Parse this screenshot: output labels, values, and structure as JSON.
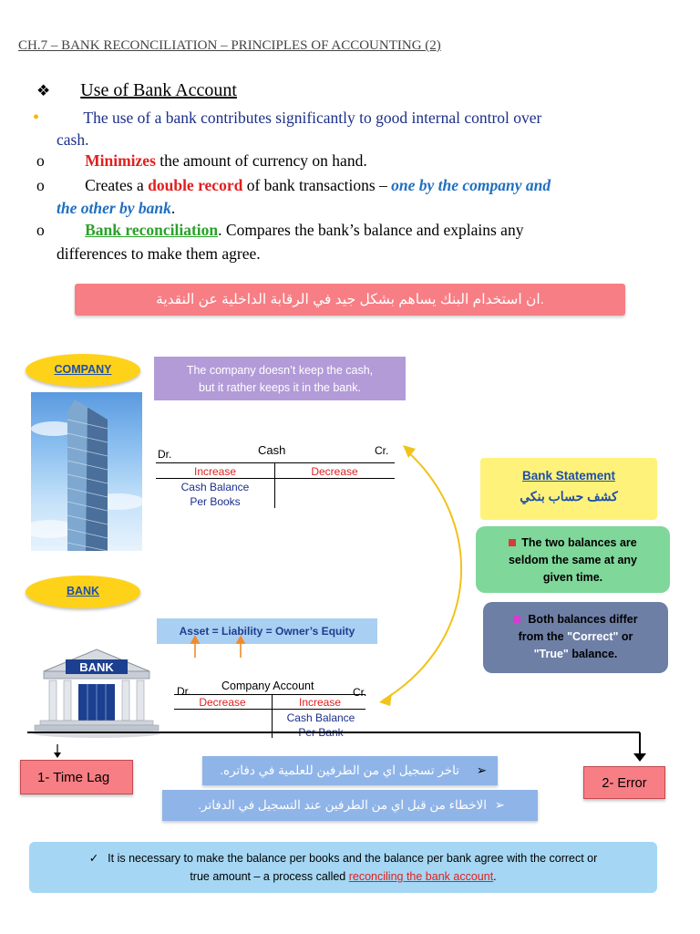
{
  "header": "CH.7 – BANK RECONCILIATION – PRINCIPLES OF ACCOUNTING (2)",
  "section": {
    "bullet": "❖",
    "title": "Use of Bank Account"
  },
  "points": {
    "p1_bullet": "•",
    "p1_text": "The use of a bank contributes significantly to good internal control over",
    "p1_cont": "cash.",
    "p2_bullet": "o",
    "p2_em": "Minimizes",
    "p2_rest": " the amount of currency on hand.",
    "p3_bullet": "o",
    "p3_a": "Creates a ",
    "p3_em": "double record",
    "p3_b": " of bank transactions – ",
    "p3_it1": "one by the company and",
    "p3_it2": "the other by bank",
    "p3_end": ".",
    "p4_bullet": "o",
    "p4_em": "Bank reconciliation",
    "p4_rest": ". Compares the bank’s balance and explains any",
    "p4_cont": "differences to make them agree."
  },
  "arabic_banner": ".ان استخدام البنك يساهم بشكل جيد في الرقابة الداخلية عن النقدية",
  "company_oval": "COMPANY",
  "bank_oval": "BANK",
  "company_note": [
    "The company doesn’t keep the cash,",
    "but it rather keeps it in the bank."
  ],
  "cash_t": {
    "title": "Cash",
    "dr": "Dr.",
    "cr": "Cr.",
    "left_head": "Increase",
    "right_head": "Decrease",
    "left_body": [
      "Cash Balance",
      "Per Books"
    ]
  },
  "equation": "Asset = Liability = Owner’s Equity",
  "company_account_t": {
    "title": "Company Account",
    "dr": "Dr.",
    "cr": "Cr.",
    "left_head": "Decrease",
    "right_head": "Increase",
    "right_body": [
      "Cash Balance",
      "Per Bank"
    ]
  },
  "bank_sign": "BANK",
  "bank_statement": {
    "title": "Bank Statement",
    "arabic": "كشف حساب بنكي"
  },
  "note_green": [
    "The two balances are",
    "seldom the same at any",
    "given time."
  ],
  "note_gray": {
    "line1": "Both balances differ",
    "line2_a": "from the ",
    "line2_q": "\"Correct\"",
    "line2_b": " or",
    "line3_q": "\"True\"",
    "line3_b": " balance."
  },
  "time_lag": "1-   Time Lag",
  "error": "2- Error",
  "arabic_lag": "تاخر تسجيل اي من الطرفين للعلمية في دفاتره.",
  "arabic_error": "الاخطاء من قبل اي من الطرفين عند التسجيل في الدفاتر.",
  "footer": {
    "check": "✓",
    "line1": "It is necessary to make the balance per books and the balance per bank agree with the correct or",
    "line2_a": "true amount – a process called ",
    "line2_link": "reconciling the bank account",
    "line2_end": "."
  },
  "colors": {
    "banner": "#f77e84",
    "oval": "#ffd21a",
    "purple_note": "#b39bd8",
    "equation_box": "#a9cff2",
    "statement_box": "#fff27a",
    "green_note": "#7fd79a",
    "gray_note": "#6e7fa6",
    "red_box": "#f77e84",
    "arabic_box": "#8fb4e8",
    "footer_box": "#a5d7f4",
    "arrow": "#f1c31b",
    "orange_arrow": "#f08a2a"
  }
}
